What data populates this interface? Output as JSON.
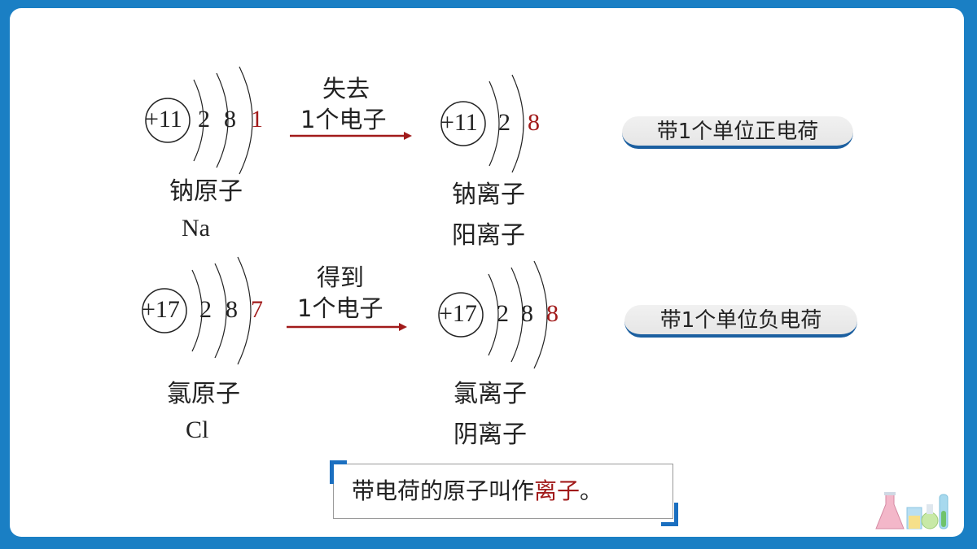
{
  "na": {
    "nucleus": "+11",
    "shell1": "2",
    "shell2": "8",
    "shell3": "1",
    "name": "钠原子",
    "symbol": "Na"
  },
  "na_process": {
    "line1": "失去",
    "line2": "1个电子"
  },
  "na_ion": {
    "nucleus": "+11",
    "shell1": "2",
    "shell2": "8",
    "name": "钠离子",
    "type": "阳离子"
  },
  "na_charge": "带1个单位正电荷",
  "cl": {
    "nucleus": "+17",
    "shell1": "2",
    "shell2": "8",
    "shell3": "7",
    "name": "氯原子",
    "symbol": "Cl"
  },
  "cl_process": {
    "line1": "得到",
    "line2": "1个电子"
  },
  "cl_ion": {
    "nucleus": "+17",
    "shell1": "2",
    "shell2": "8",
    "shell3": "8",
    "name": "氯离子",
    "type": "阴离子"
  },
  "cl_charge": "带1个单位负电荷",
  "definition": {
    "prefix": "带电荷的原子叫作",
    "highlight": "离子",
    "suffix": "。"
  },
  "colors": {
    "accent_red": "#a11a1a",
    "brand_blue": "#1a7fc4"
  },
  "icons": [
    "lab-flasks-icon"
  ]
}
